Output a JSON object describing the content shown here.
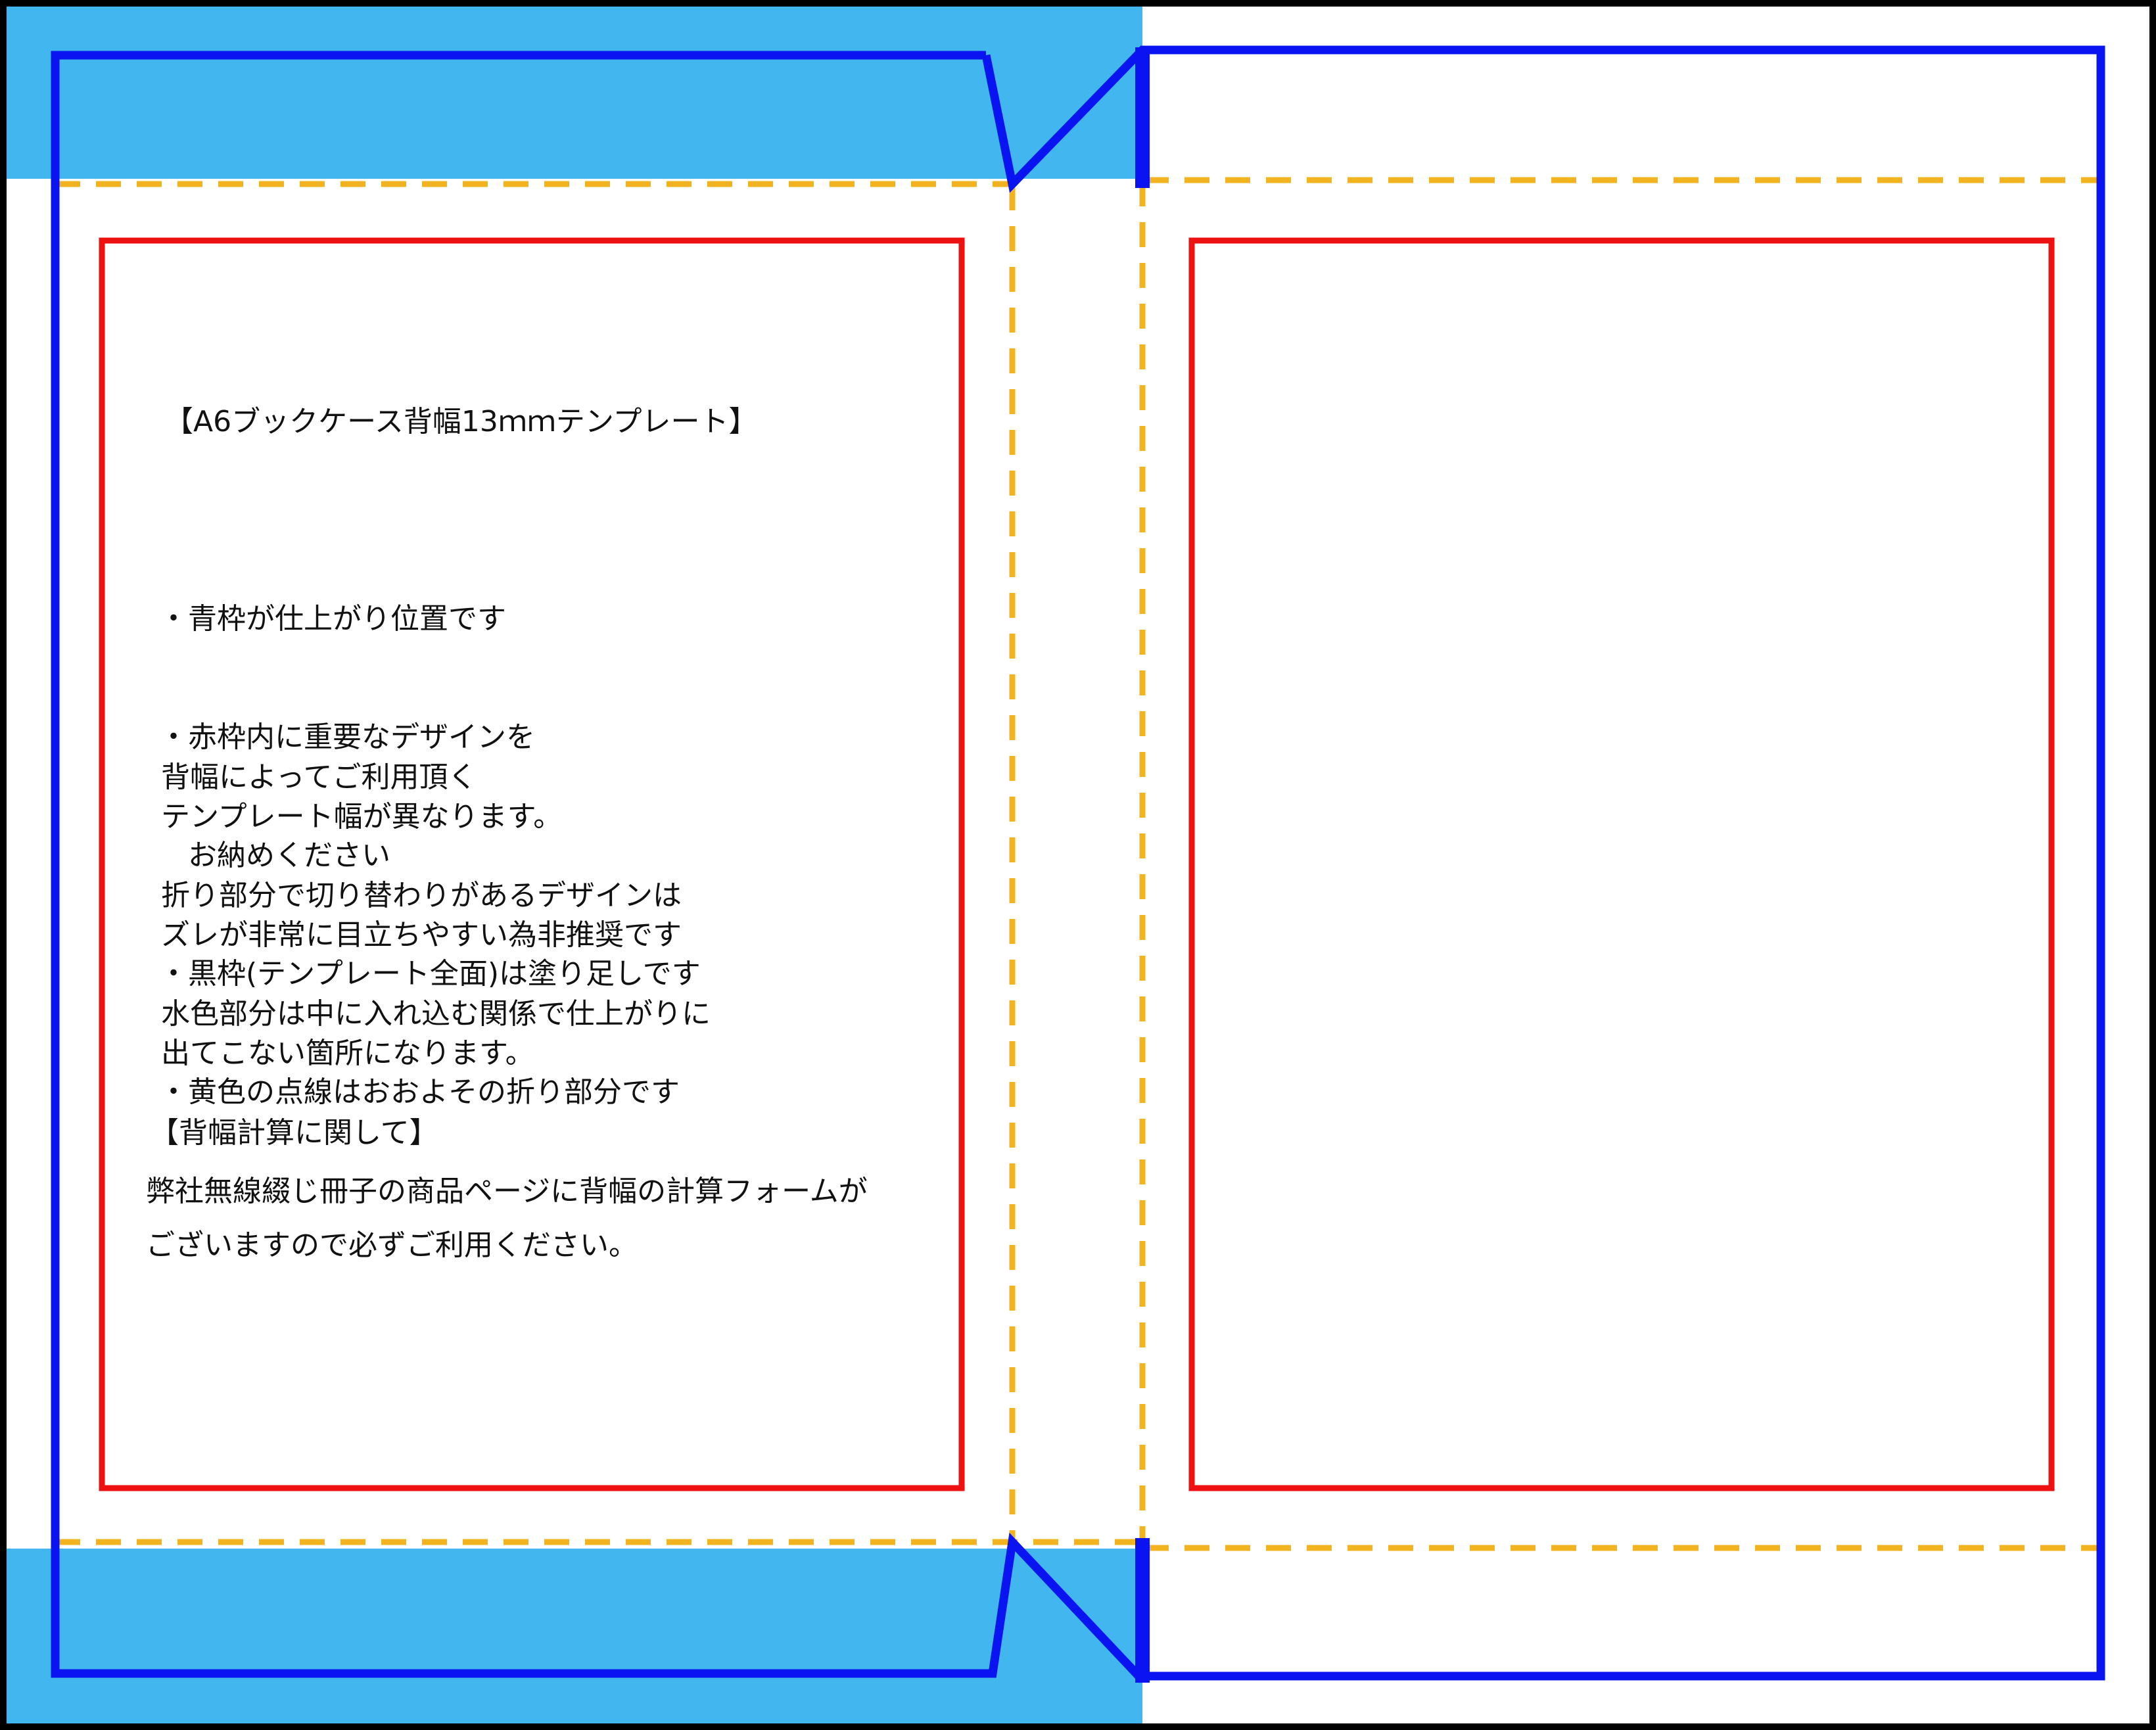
{
  "template": {
    "title": "【A6ブックケース背幅13ｍｍテンプレート】",
    "notes": [
      "・青枠が仕上がり位置です",
      "・赤枠内に重要なデザインを",
      "　お納めください",
      "・黒枠(テンプレート全面)は塗り足しです",
      "・黄色の点線はおおよその折り部分です"
    ],
    "paragraphs": [
      "背幅によってご利用頂く\nテンプレート幅が異なります。",
      "折り部分で切り替わりがあるデザインは\nズレが非常に目立ちやすい為非推奨です",
      "水色部分は中に入れ込む関係で仕上がりに\n出てこない箇所になります。"
    ],
    "calc_heading": "【背幅計算に関して】",
    "calc_text": "弊社無線綴じ冊子の商品ページに背幅の計算フォームが\nございますので必ずご利用ください。"
  },
  "colors": {
    "bleed_frame": "#000000",
    "trim_line": "#0a14f0",
    "safe_area": "#ee1111",
    "fold_line": "#f2b320",
    "tuck_area": "#42b6ee",
    "background": "#ffffff"
  }
}
